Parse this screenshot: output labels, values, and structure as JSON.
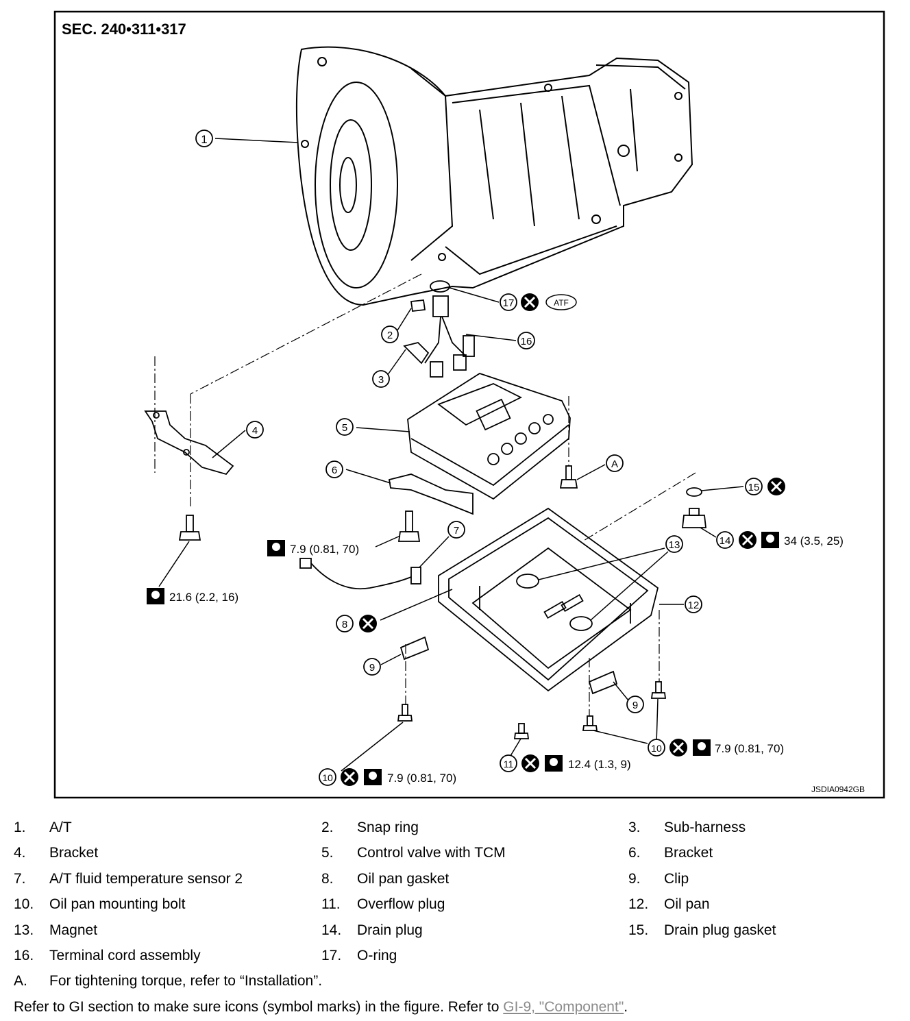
{
  "figure": {
    "section_label": "SEC. 240•311•317",
    "figure_code": "JSDIA0942GB",
    "atf_label": "ATF",
    "callout_numbers": [
      "1",
      "2",
      "3",
      "4",
      "5",
      "6",
      "7",
      "8",
      "9",
      "10",
      "11",
      "12",
      "13",
      "14",
      "15",
      "16",
      "17"
    ],
    "callout_letter": "A",
    "torque_values": {
      "bracket_bolt": "21.6 (2.2, 16)",
      "sensor_bolt": "7.9 (0.81, 70)",
      "drain_plug": "34 (3.5, 25)",
      "overflow_plug": "12.4 (1.3, 9)",
      "pan_bolt_left": "7.9 (0.81, 70)",
      "pan_bolt_right": "7.9 (0.81, 70)"
    },
    "icons": {
      "torque": "torque-wrench-icon",
      "replace": "do-not-reuse-icon",
      "fluid": "atf-fluid-icon"
    }
  },
  "legend": {
    "items": [
      {
        "num": "1.",
        "label": "A/T"
      },
      {
        "num": "2.",
        "label": "Snap ring"
      },
      {
        "num": "3.",
        "label": "Sub-harness"
      },
      {
        "num": "4.",
        "label": "Bracket"
      },
      {
        "num": "5.",
        "label": "Control valve with TCM"
      },
      {
        "num": "6.",
        "label": "Bracket"
      },
      {
        "num": "7.",
        "label": "A/T fluid temperature sensor 2"
      },
      {
        "num": "8.",
        "label": "Oil pan gasket"
      },
      {
        "num": "9.",
        "label": "Clip"
      },
      {
        "num": "10.",
        "label": "Oil pan mounting bolt"
      },
      {
        "num": "11.",
        "label": "Overflow plug"
      },
      {
        "num": "12.",
        "label": "Oil pan"
      },
      {
        "num": "13.",
        "label": "Magnet"
      },
      {
        "num": "14.",
        "label": "Drain plug"
      },
      {
        "num": "15.",
        "label": "Drain plug gasket"
      },
      {
        "num": "16.",
        "label": "Terminal cord assembly"
      },
      {
        "num": "17.",
        "label": "O-ring"
      }
    ],
    "note_a": {
      "num": "A.",
      "label": "For tightening torque, refer to “Installation”."
    },
    "footer_text": "Refer to GI section to make sure icons (symbol marks) in the figure. Refer to ",
    "footer_link": "GI-9, \"Component\"",
    "footer_end": "."
  },
  "colors": {
    "ink": "#000000",
    "link": "#8a8a8a",
    "paper": "#ffffff"
  }
}
